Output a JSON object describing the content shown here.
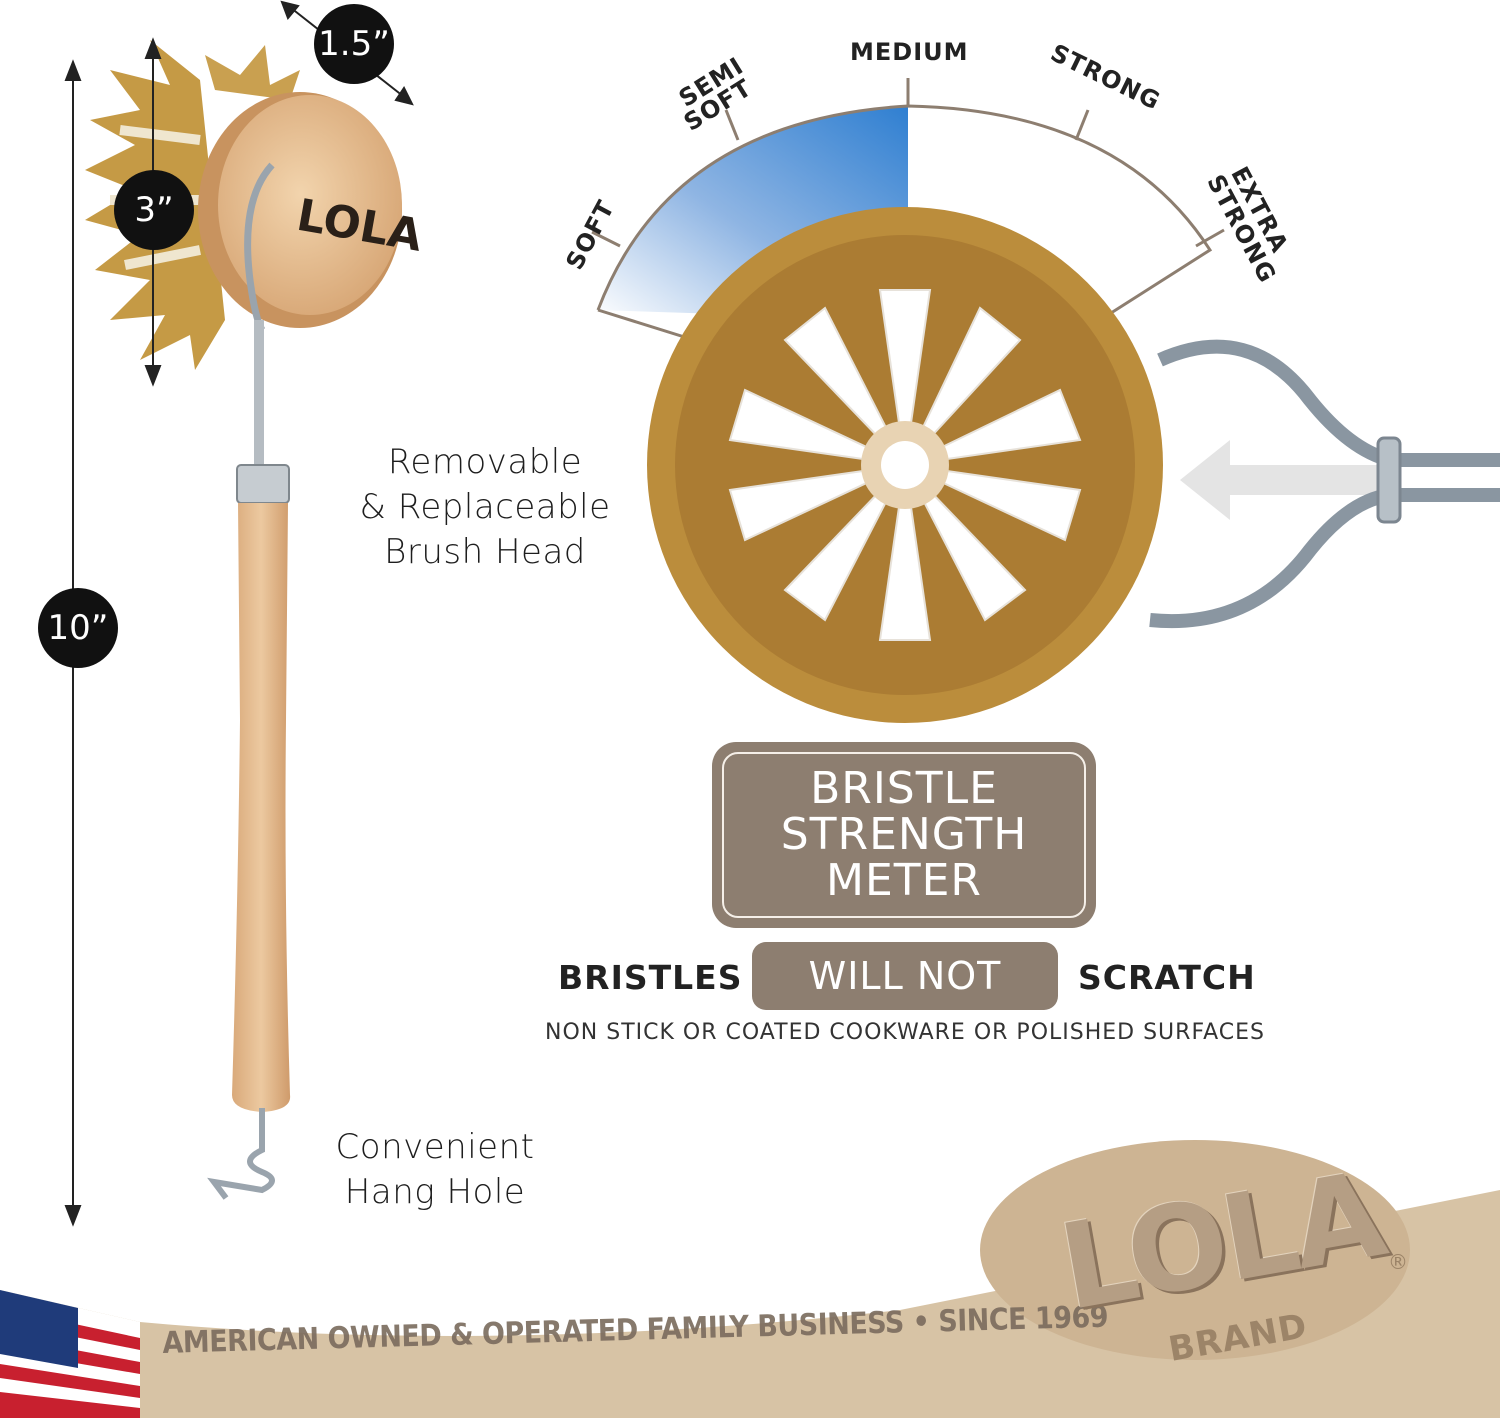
{
  "dimensions": {
    "width": "1.5”",
    "head_height": "3”",
    "total_length": "10”"
  },
  "callouts": {
    "removable_lines": [
      "Removable",
      "& Replaceable",
      "Brush Head"
    ],
    "hang_lines": [
      "Convenient",
      "Hang Hole"
    ]
  },
  "meter": {
    "levels": [
      "SOFT",
      "SEMI",
      "SOFT",
      "MEDIUM",
      "STRONG",
      "EXTRA",
      "STRONG"
    ],
    "selected": "MEDIUM",
    "title_lines": [
      "BRISTLE",
      "STRENGTH",
      "METER"
    ],
    "fill_color": "#2f7fd1",
    "box_color": "#8d7e70"
  },
  "scratch": {
    "before": "BRISTLES",
    "highlight": "WILL NOT",
    "after": "SCRATCH",
    "subline": "NON STICK OR COATED COOKWARE OR POLISHED SURFACES"
  },
  "handle_logo": "LOLA",
  "banner": {
    "text": "AMERICAN OWNED & OPERATED FAMILY BUSINESS • SINCE 1969",
    "flag": "us-flag-icon"
  },
  "brand": {
    "logo": "LOLA",
    "sub": "BRAND",
    "reg": "®"
  }
}
